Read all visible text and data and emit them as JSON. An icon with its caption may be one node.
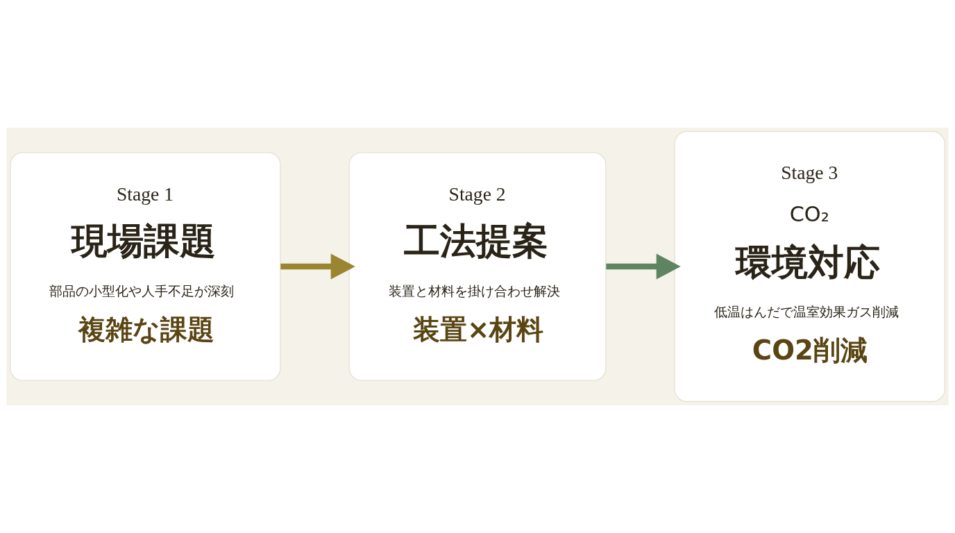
{
  "diagram": {
    "nodes": [
      {
        "text": [
          "Stage 1",
          "現場課題",
          "部品の小型化や人手不足が深刻",
          "複雑な課題"
        ]
      },
      {
        "text": [
          "Stage 2",
          "工法提案",
          "装置と材料を掛け合わせ解決",
          "装置×材料"
        ]
      },
      {
        "text": [
          "Stage 3",
          "CO₂",
          "環境対応",
          "低温はんだで温室効果ガス削減",
          "CO2削減"
        ]
      }
    ],
    "edges": [
      {
        "from": 0,
        "to": 1,
        "arrow": "to",
        "color": "#9a8530"
      },
      {
        "from": 1,
        "to": 2,
        "arrow": "to",
        "color": "#5e8462"
      }
    ]
  }
}
